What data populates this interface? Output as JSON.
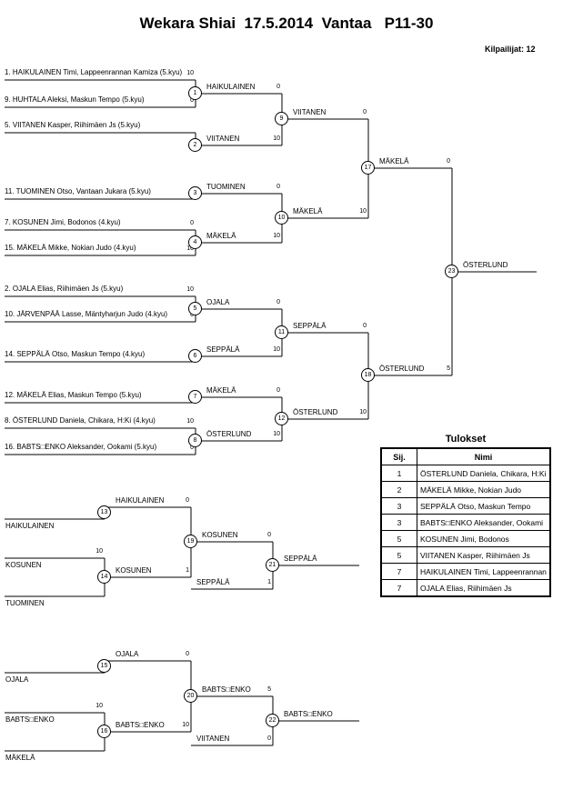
{
  "header": {
    "title": "Wekara Shiai  17.5.2014  Vantaa   P11-30",
    "competitors": "Kilpailijat: 12"
  },
  "bracket": {
    "entries": [
      "1. HAIKULAINEN Timi, Lappeenrannan Kamiza (5.kyu)",
      "9. HUHTALA Aleksi, Maskun Tempo (5.kyu)",
      "5. VIITANEN Kasper, Riihimäen Js (5.kyu)",
      "11. TUOMINEN Otso, Vantaan Jukara (5.kyu)",
      "7. KOSUNEN Jimi, Bodonos (4.kyu)",
      "15. MÄKELÄ Mikke, Nokian Judo (4.kyu)",
      "2. OJALA Elias, Riihimäen Js (5.kyu)",
      "10. JÄRVENPÄÄ Lasse, Mäntyharjun Judo (4.kyu)",
      "14. SEPPÄLÄ Otso, Maskun Tempo (4.kyu)",
      "12. MÄKELÄ Elias, Maskun Tempo (5.kyu)",
      "8. ÖSTERLUND Daniela, Chikara, H:Ki (4.kyu)",
      "16. BABTS□ENKO Aleksander, Ookami (5.kyu)"
    ],
    "matches": [
      {
        "no": "1",
        "winner": "HAIKULAINEN",
        "s1": "10",
        "s2": "0"
      },
      {
        "no": "2",
        "winner": "VIITANEN"
      },
      {
        "no": "3",
        "winner": "TUOMINEN"
      },
      {
        "no": "4",
        "winner": "MÄKELÄ",
        "s1": "0",
        "s2": "10"
      },
      {
        "no": "5",
        "winner": "OJALA",
        "s1": "10",
        "s2": "0"
      },
      {
        "no": "6",
        "winner": "SEPPÄLÄ"
      },
      {
        "no": "7",
        "winner": "MÄKELÄ"
      },
      {
        "no": "8",
        "winner": "ÖSTERLUND",
        "s1": "10",
        "s2": "0"
      },
      {
        "no": "9",
        "winner": "VIITANEN",
        "s1": "0",
        "s2": "10"
      },
      {
        "no": "10",
        "winner": "MÄKELÄ",
        "s1": "0",
        "s2": "10"
      },
      {
        "no": "11",
        "winner": "SEPPÄLÄ",
        "s1": "0",
        "s2": "10"
      },
      {
        "no": "12",
        "winner": "ÖSTERLUND",
        "s1": "0",
        "s2": "10"
      },
      {
        "no": "13",
        "winner": "HAIKULAINEN"
      },
      {
        "no": "14",
        "winner": "KOSUNEN",
        "s1": "10"
      },
      {
        "no": "15",
        "winner": "OJALA"
      },
      {
        "no": "16",
        "winner": "BABTS□ENKO",
        "s1": "10"
      },
      {
        "no": "17",
        "winner": "MÄKELÄ",
        "s1": "0",
        "s2": "10"
      },
      {
        "no": "18",
        "winner": "ÖSTERLUND",
        "s1": "0",
        "s2": "10"
      },
      {
        "no": "19",
        "winner": "KOSUNEN",
        "s1": "0",
        "s2": "1"
      },
      {
        "no": "20",
        "winner": "BABTS□ENKO",
        "s1": "0",
        "s2": "10"
      },
      {
        "no": "21",
        "winner": "SEPPÄLÄ",
        "s1": "0",
        "s2": "1"
      },
      {
        "no": "22",
        "winner": "BABTS□ENKO",
        "s1": "5",
        "s2": "0"
      },
      {
        "no": "23",
        "winner": "ÖSTERLUND",
        "s1": "0",
        "s2": "5"
      }
    ],
    "repechage": {
      "pool_a": [
        "HAIKULAINEN",
        "KOSUNEN",
        "TUOMINEN"
      ],
      "pool_b": [
        "OJALA",
        "BABTS□ENKO",
        "MÄKELÄ"
      ],
      "seed_a": "SEPPÄLÄ",
      "seed_b": "VIITANEN"
    }
  },
  "results": {
    "title": "Tulokset",
    "columns": [
      "Sij.",
      "Nimi"
    ],
    "rows": [
      [
        "1",
        "ÖSTERLUND Daniela, Chikara, H:Ki"
      ],
      [
        "2",
        "MÄKELÄ Mikke, Nokian Judo"
      ],
      [
        "3",
        "SEPPÄLÄ Otso, Maskun Tempo"
      ],
      [
        "3",
        "BABTS□ENKO Aleksander, Ookami"
      ],
      [
        "5",
        "KOSUNEN Jimi, Bodonos"
      ],
      [
        "5",
        "VIITANEN Kasper, Riihimäen Js"
      ],
      [
        "7",
        "HAIKULAINEN Timi, Lappeenrannan Kamiza"
      ],
      [
        "7",
        "OJALA Elias, Riihimäen Js"
      ]
    ]
  }
}
